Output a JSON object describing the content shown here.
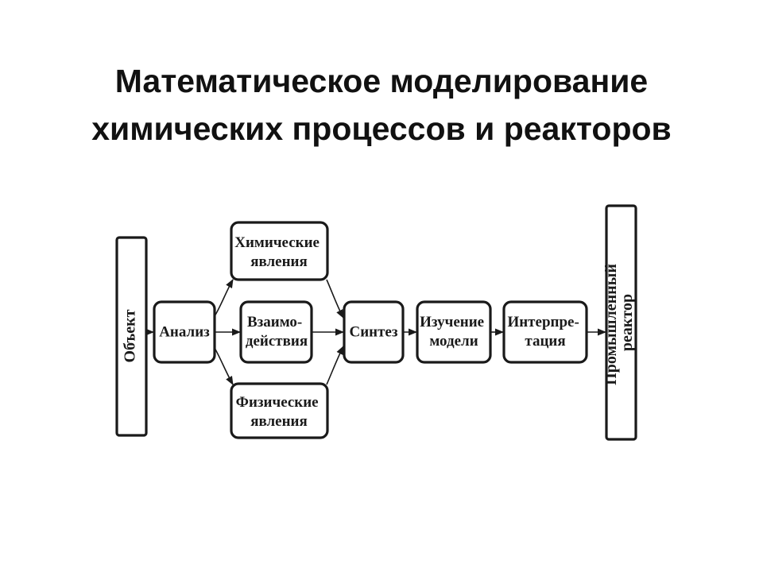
{
  "slide": {
    "title_line1": "Математическое моделирование",
    "title_line2": "химических процессов и реакторов"
  },
  "diagram": {
    "object": "Объект",
    "analysis": "Анализ",
    "chemical": [
      "Химические",
      "явления"
    ],
    "interaction": [
      "Взаимо-",
      "действия"
    ],
    "physical": [
      "Физические",
      "явления"
    ],
    "synthesis": "Синтез",
    "model_study": [
      "Изучение",
      "модели"
    ],
    "interpretation": [
      "Интерпре-",
      "тация"
    ],
    "reactor": [
      "Промышленный",
      "реактор"
    ]
  }
}
